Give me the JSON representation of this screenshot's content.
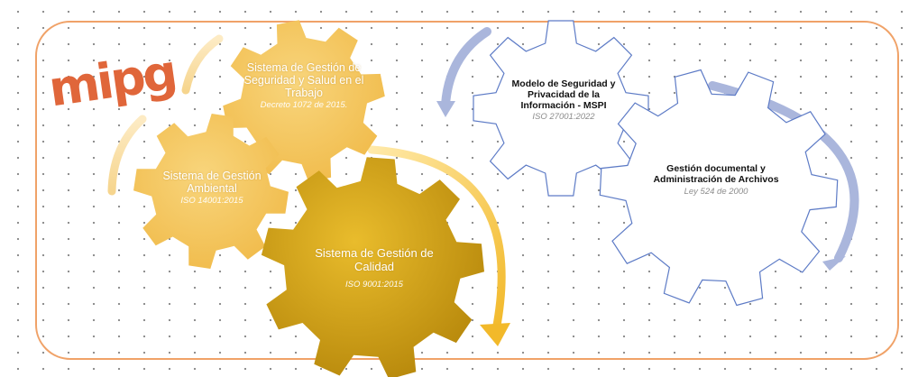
{
  "logo": {
    "text": "mipg",
    "color": "#e0663a"
  },
  "colors": {
    "frame": "#f0a268",
    "gold_dark": "#c99a10",
    "gold_light": "#f6cf6e",
    "blue_arrow": "#aab6dc",
    "blue_gear_outline": "#5d7bc6"
  },
  "gears": [
    {
      "title": "Sistema de Gestión de Seguridad y Salud en el Trabajo",
      "subtitle": "Decreto 1072 de 2015."
    },
    {
      "title": "Sistema de Gestión Ambiental",
      "subtitle": "ISO 14001:2015"
    },
    {
      "title": "Sistema de Gestión de Calidad",
      "subtitle": "ISO 9001:2015"
    },
    {
      "title": "Modelo de Seguridad y Privacidad de la Información - MSPI",
      "subtitle": "ISO 27001:2022"
    },
    {
      "title": "Gestión documental y Administración de Archivos",
      "subtitle": "Ley 524 de 2000"
    }
  ]
}
